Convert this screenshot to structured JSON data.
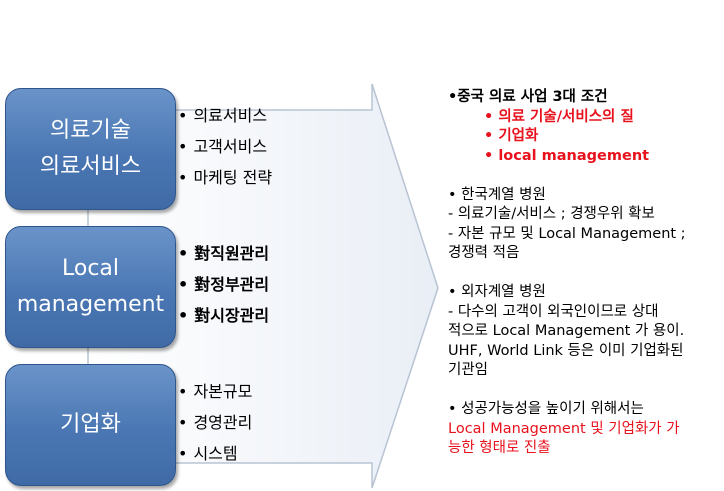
{
  "rows": [
    {
      "box_lines": [
        "의료기술",
        "의료서비스"
      ],
      "items": [
        "의료서비스",
        "고객서비스",
        "마케팅 전략"
      ],
      "bold": false
    },
    {
      "box_lines": [
        "Local",
        "management"
      ],
      "items": [
        "對직원관리",
        "對정부관리",
        "對시장관리"
      ],
      "bold": true
    },
    {
      "box_lines": [
        "기업화"
      ],
      "items": [
        "자본규모",
        "경영관리",
        "시스템"
      ],
      "bold": false
    }
  ],
  "right": {
    "title": "•중국 의료 사업 3대 조건",
    "conditions": [
      "의료 기술/서비스의 질",
      "기업화",
      "local management"
    ],
    "korean": {
      "head": "• 한국계열 병원",
      "lines": [
        "- 의료기술/서비스 ; 경쟁우위 확보",
        "- 자본 규모 및 Local Management ;",
        "경쟁력 적음"
      ]
    },
    "foreign": {
      "head": "• 외자계열 병원",
      "lines": [
        "- 다수의 고객이 외국인이므로 상대",
        "적으로 Local Management 가 용이.",
        "UHF, World Link 등은 이미 기업화된",
        "기관임"
      ]
    },
    "success": {
      "head": "• 성공가능성을 높이기 위해서는",
      "red_lines": [
        "Local Management 및 기업화가 가",
        "능한 형태로 진출"
      ]
    }
  },
  "colors": {
    "box": "#4a77b3",
    "arrow_fill": "#eef2f8",
    "arrow_stroke": "#b8c3d2",
    "highlight": "#e8121d"
  }
}
